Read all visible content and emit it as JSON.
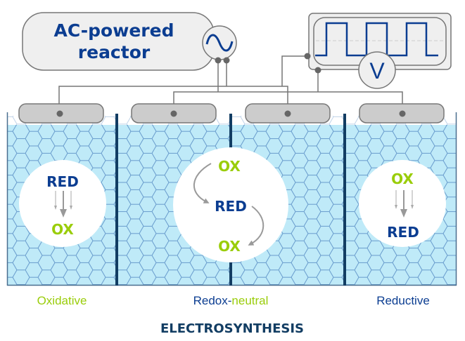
{
  "reactor": {
    "title_line1": "AC-powered",
    "title_line2": "reactor",
    "source_icon": "ac-sine-icon"
  },
  "monitor": {
    "waveform_icon": "square-wave-icon",
    "voltmeter_label": "V"
  },
  "cells": [
    {
      "id": "oxidative",
      "label": "Oxidative",
      "top_species": "RED",
      "bottom_species": "OX"
    },
    {
      "id": "redox-neutral",
      "label_part1": "Redox-",
      "label_part2": "neutral",
      "top_species": "OX",
      "middle_species": "RED",
      "bottom_species": "OX"
    },
    {
      "id": "reductive",
      "label": "Reductive",
      "top_species": "OX",
      "bottom_species": "RED"
    }
  ],
  "footer": {
    "title": "ELECTROSYNTHESIS"
  },
  "colors": {
    "navy": "#0b3d91",
    "dark_navy": "#123d63",
    "lime": "#9acd0a",
    "liquid": "#bfeaf8",
    "hex_line": "#3f76b5",
    "electrode": "#cccccc",
    "wire": "#777777",
    "panel": "#efefef"
  }
}
